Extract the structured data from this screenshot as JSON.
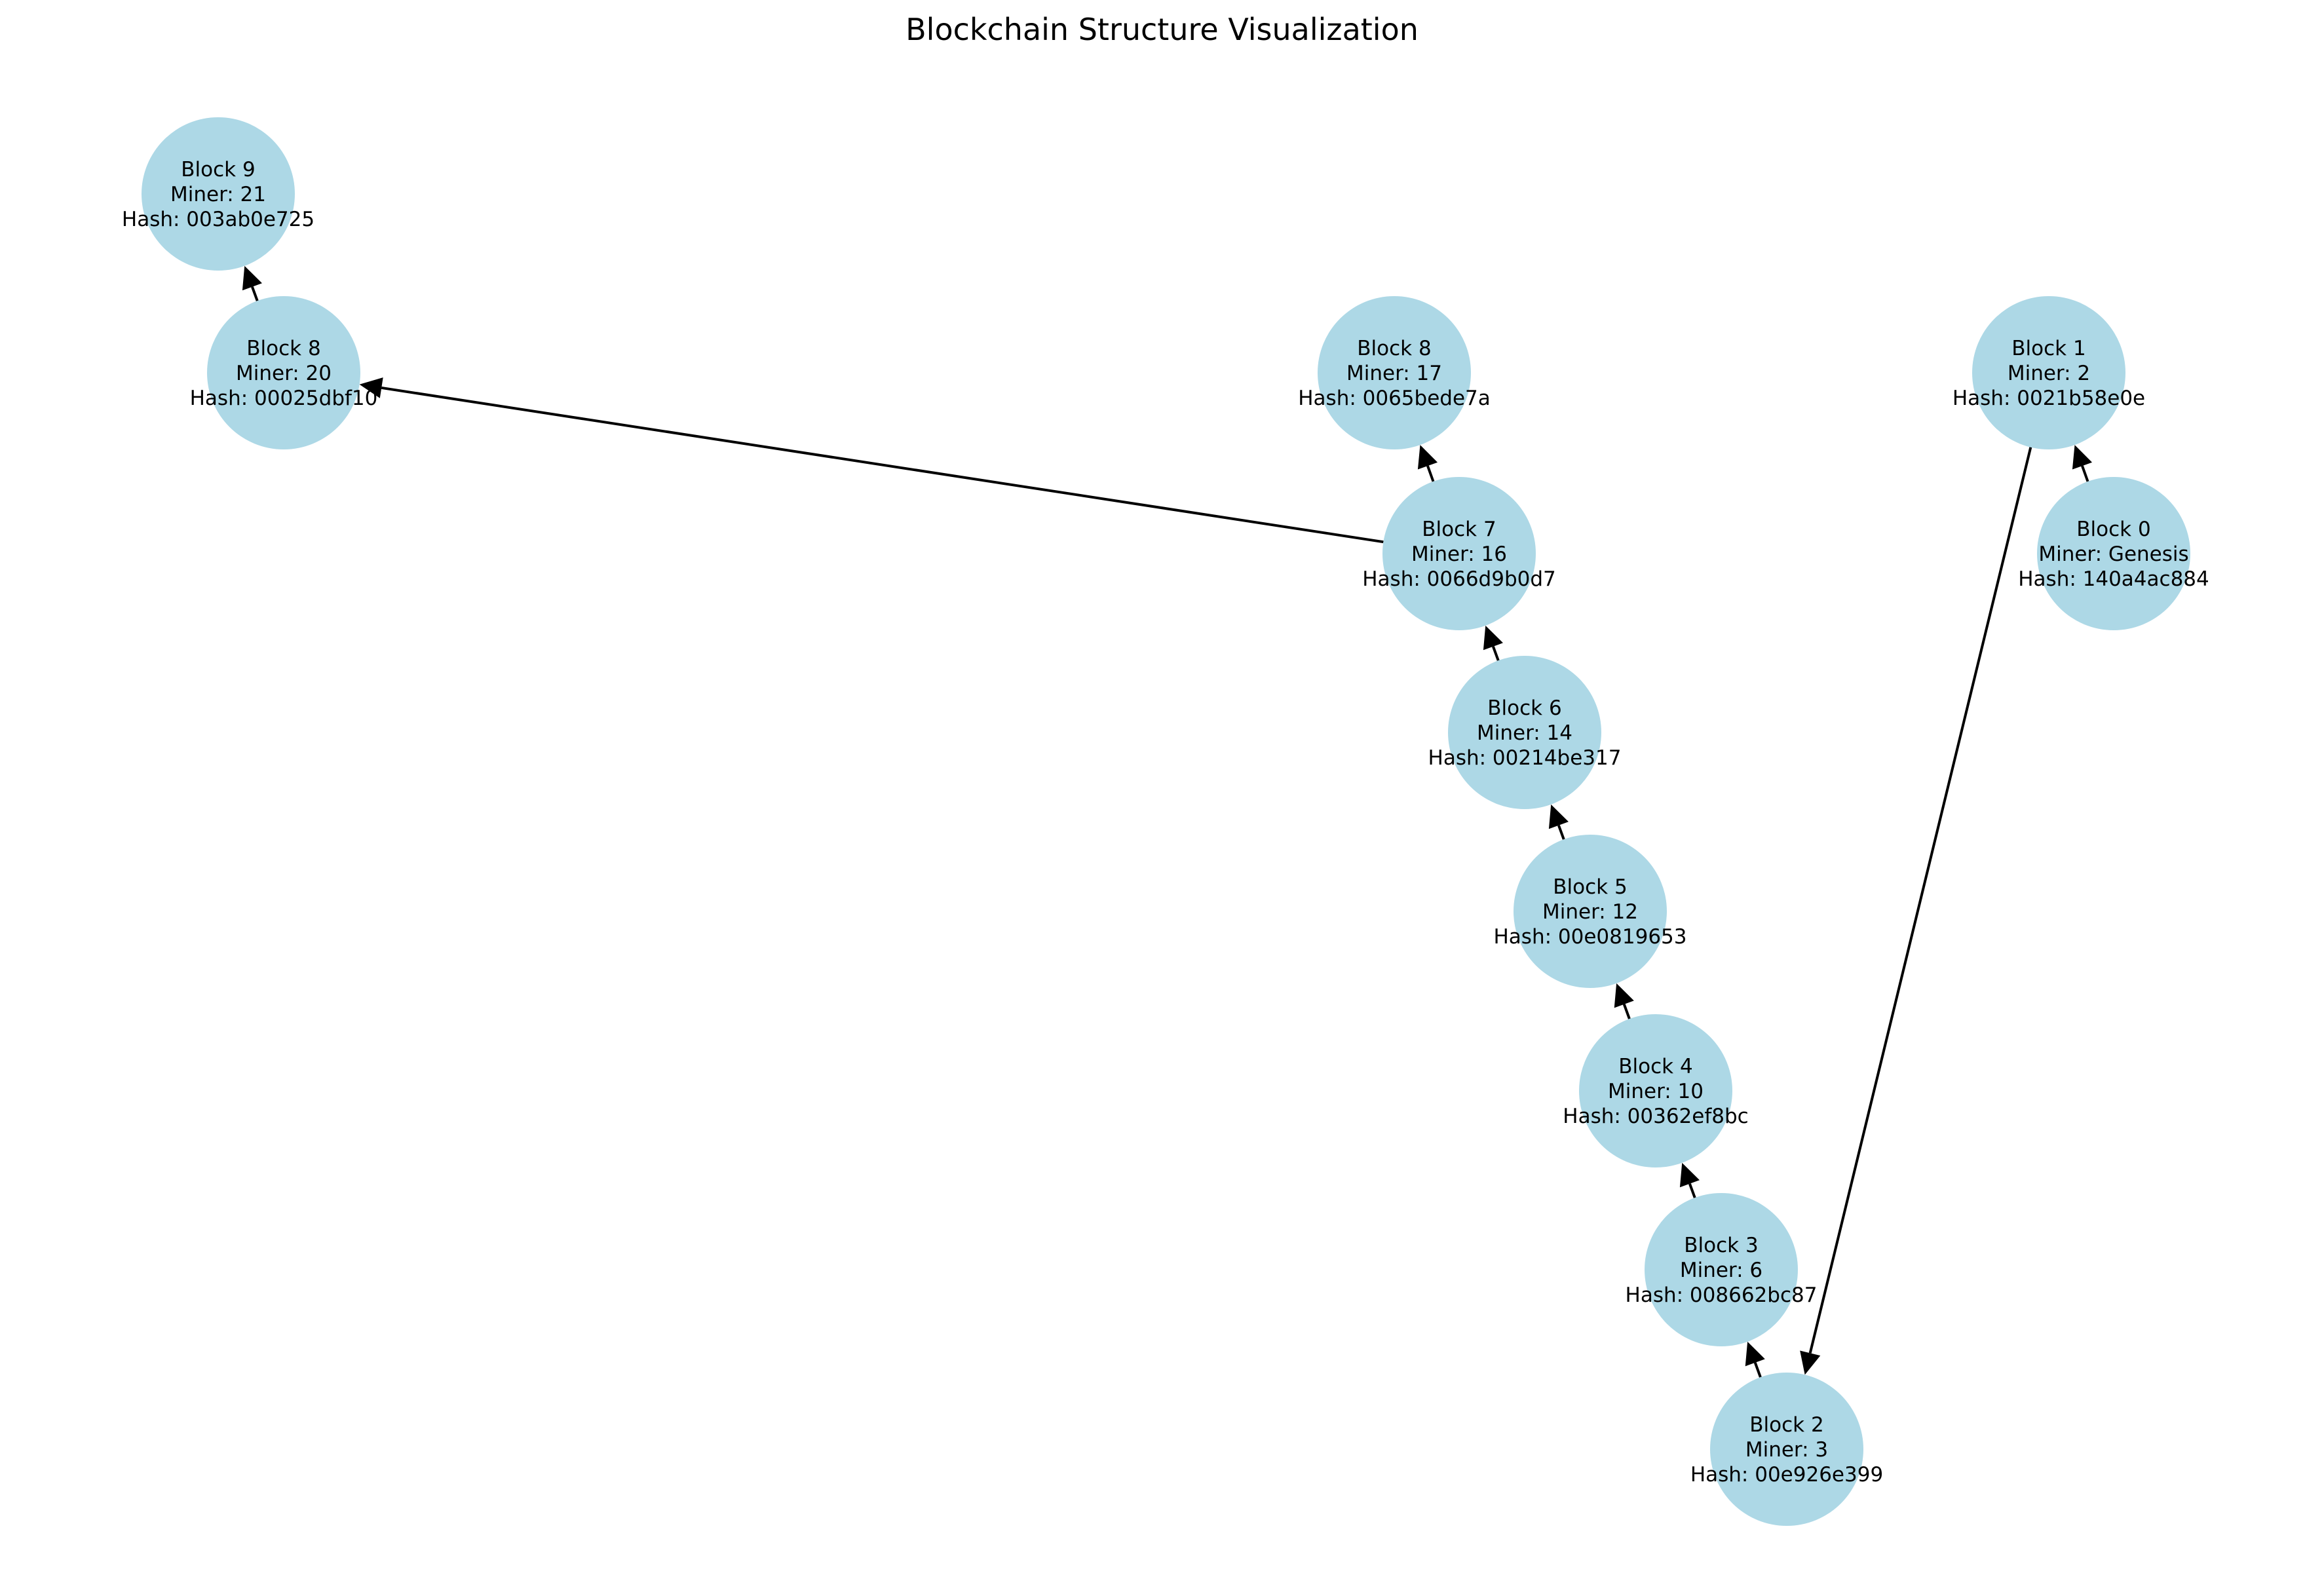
{
  "title": "Blockchain Structure Visualization",
  "node_color": "#add8e6",
  "edge_color": "#000000",
  "nodes": [
    {
      "id": "b0",
      "lines": [
        "Block 0",
        "Miner: Genesis",
        "Hash: 140a4ac884"
      ]
    },
    {
      "id": "b1",
      "lines": [
        "Block 1",
        "Miner: 2",
        "Hash: 0021b58e0e"
      ]
    },
    {
      "id": "b2",
      "lines": [
        "Block 2",
        "Miner: 3",
        "Hash: 00e926e399"
      ]
    },
    {
      "id": "b3",
      "lines": [
        "Block 3",
        "Miner: 6",
        "Hash: 008662bc87"
      ]
    },
    {
      "id": "b4",
      "lines": [
        "Block 4",
        "Miner: 10",
        "Hash: 00362ef8bc"
      ]
    },
    {
      "id": "b5",
      "lines": [
        "Block 5",
        "Miner: 12",
        "Hash: 00e0819653"
      ]
    },
    {
      "id": "b6",
      "lines": [
        "Block 6",
        "Miner: 14",
        "Hash: 00214be317"
      ]
    },
    {
      "id": "b7",
      "lines": [
        "Block 7",
        "Miner: 16",
        "Hash: 0066d9b0d7"
      ]
    },
    {
      "id": "b8a",
      "lines": [
        "Block 8",
        "Miner: 17",
        "Hash: 0065bede7a"
      ]
    },
    {
      "id": "b8b",
      "lines": [
        "Block 8",
        "Miner: 20",
        "Hash: 00025dbf10"
      ]
    },
    {
      "id": "b9",
      "lines": [
        "Block 9",
        "Miner: 21",
        "Hash: 003ab0e725"
      ]
    }
  ],
  "edges": [
    {
      "from": "b0",
      "to": "b1"
    },
    {
      "from": "b1",
      "to": "b2"
    },
    {
      "from": "b2",
      "to": "b3"
    },
    {
      "from": "b3",
      "to": "b4"
    },
    {
      "from": "b4",
      "to": "b5"
    },
    {
      "from": "b5",
      "to": "b6"
    },
    {
      "from": "b6",
      "to": "b7"
    },
    {
      "from": "b7",
      "to": "b8a"
    },
    {
      "from": "b7",
      "to": "b8b"
    },
    {
      "from": "b8b",
      "to": "b9"
    }
  ]
}
